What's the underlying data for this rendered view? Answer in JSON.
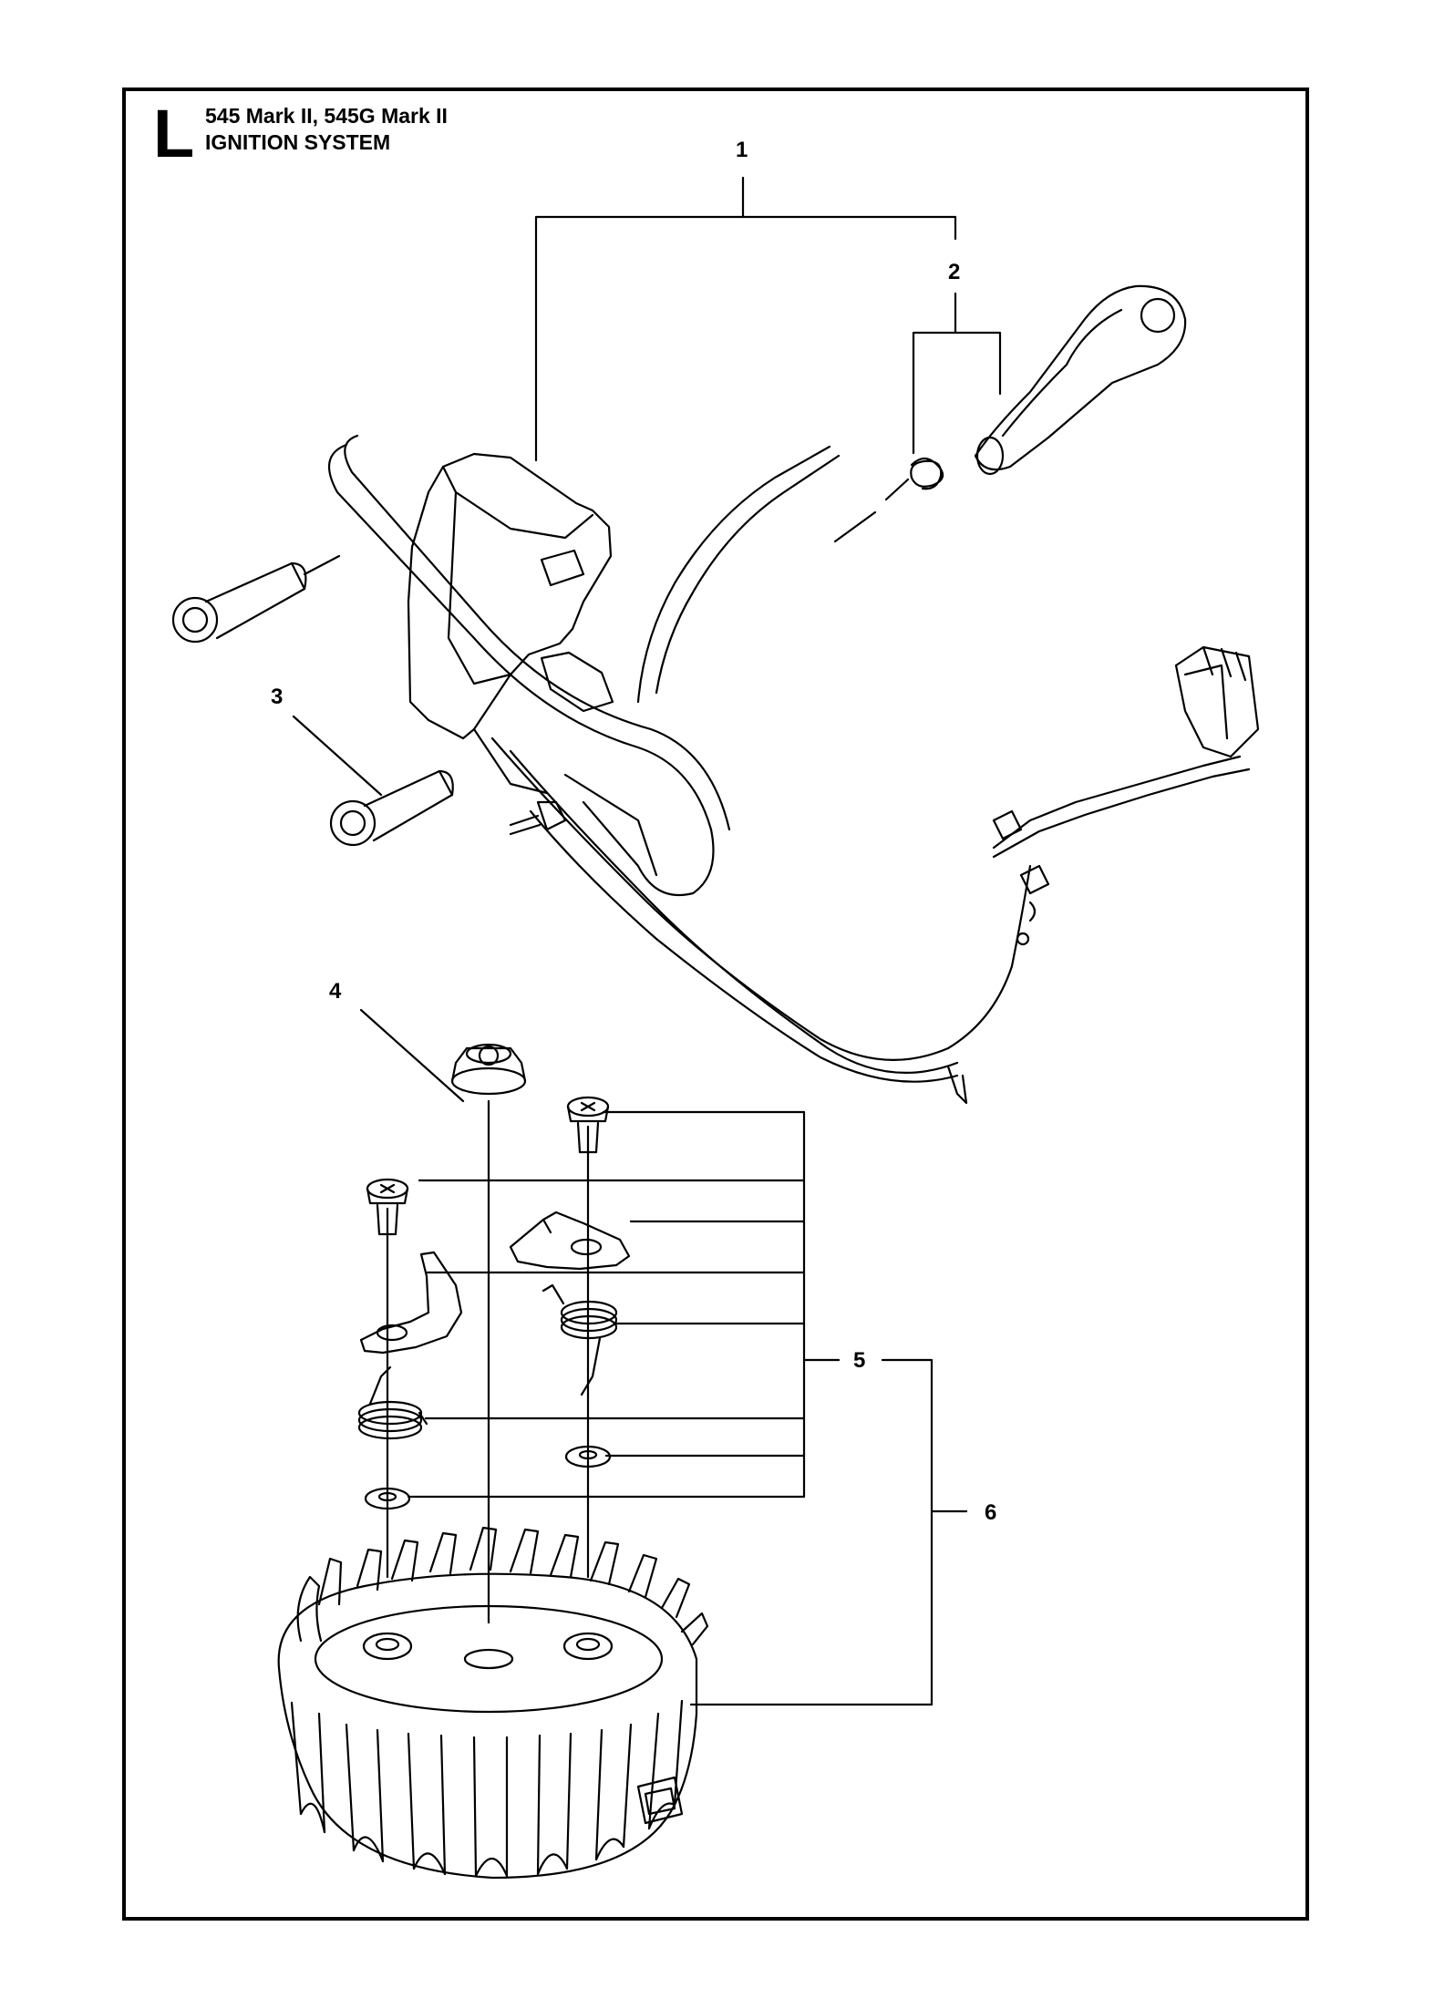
{
  "header": {
    "section_letter": "L",
    "model": "545 Mark II, 545G Mark II",
    "system": "IGNITION SYSTEM"
  },
  "callouts": [
    "1",
    "2",
    "3",
    "4",
    "5",
    "6"
  ],
  "colors": {
    "line": "#000000",
    "background": "#ffffff"
  }
}
